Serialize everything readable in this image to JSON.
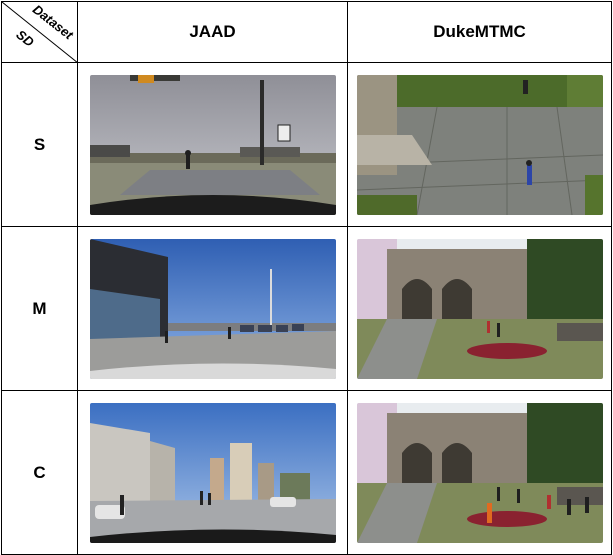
{
  "corner": {
    "top_right_label": "Dataset",
    "bottom_left_label": "SD"
  },
  "columns": [
    "JAAD",
    "DukeMTMC"
  ],
  "rows": [
    {
      "label": "S"
    },
    {
      "label": "M"
    },
    {
      "label": "C"
    }
  ],
  "images": {
    "jaad_s": "dashcam-road-single-pedestrian",
    "duke_s": "campus-plaza-few-pedestrians",
    "jaad_m": "dashcam-parking-lot-storefront",
    "duke_m": "campus-courtyard-archway",
    "jaad_c": "dashcam-city-street-towers",
    "duke_c": "campus-courtyard-crowd"
  }
}
